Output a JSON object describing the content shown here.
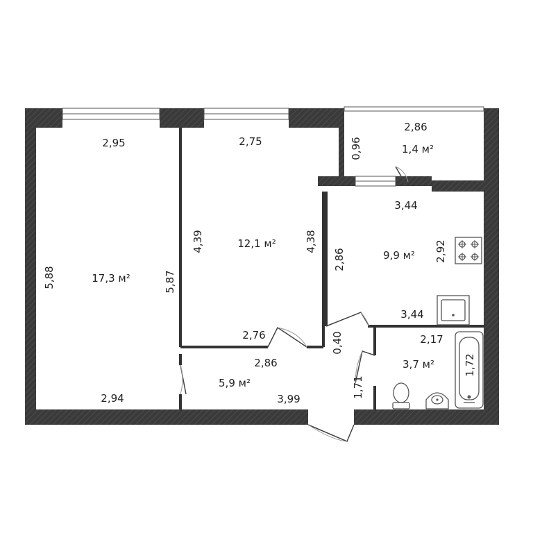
{
  "rooms": {
    "room1": {
      "area": "17,3 м²",
      "top": "2,95",
      "bottom": "2,94",
      "left": "5,88",
      "right": "5,87"
    },
    "room2": {
      "area": "12,1 м²",
      "top": "2,75",
      "bottom": "2,76",
      "left": "4,39",
      "right": "4,38"
    },
    "balcony": {
      "area": "1,4 м²",
      "top": "2,86",
      "side": "0,96"
    },
    "kitchen": {
      "area": "9,9 м²",
      "top": "3,44",
      "bottom": "3,44",
      "left": "2,86",
      "right": "2,92"
    },
    "hall": {
      "area": "5,9 м²",
      "top": "2,86",
      "bottom": "3,99",
      "gap": "0,40",
      "side": "1,71"
    },
    "bath": {
      "area": "3,7 м²",
      "top": "2,17",
      "tub": "1,72"
    }
  }
}
